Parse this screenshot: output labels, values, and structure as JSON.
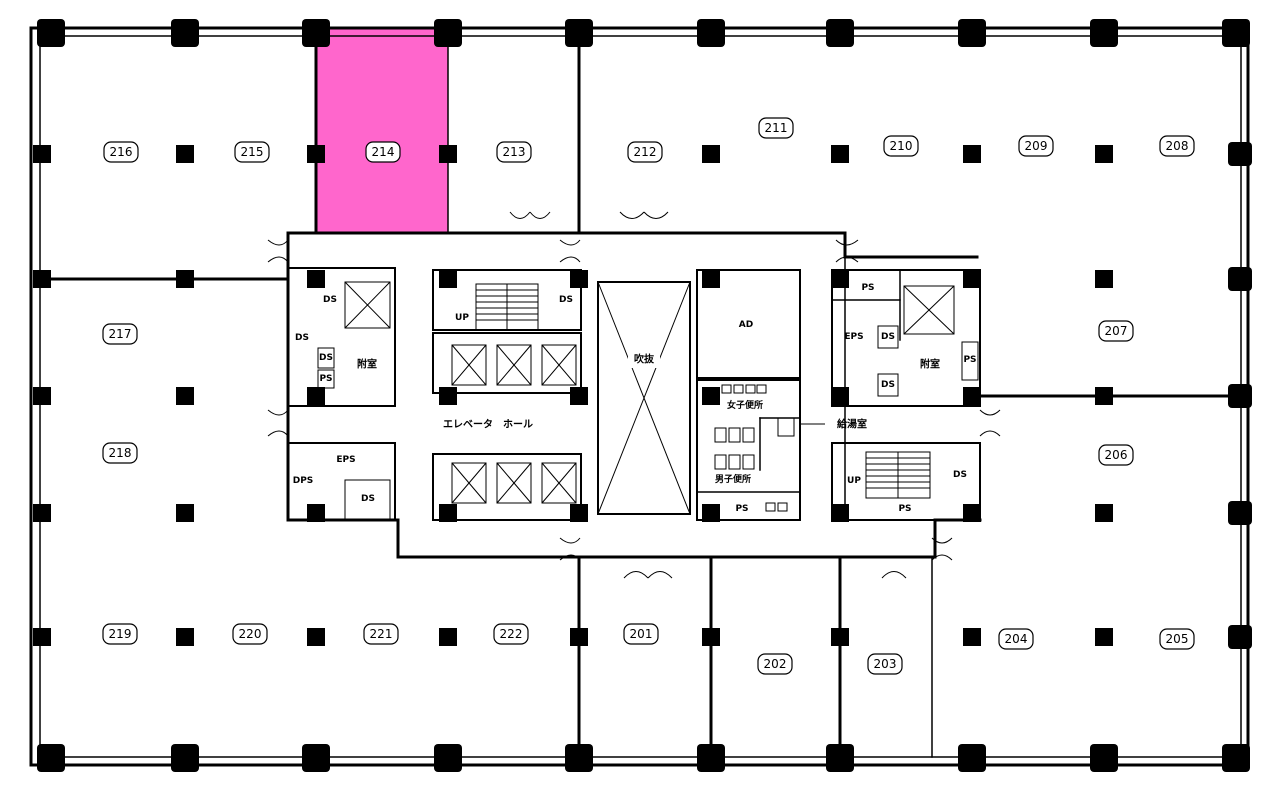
{
  "highlight_color": "#ff66cc",
  "highlighted_room": "214",
  "rooms": [
    {
      "id": "201"
    },
    {
      "id": "202"
    },
    {
      "id": "203"
    },
    {
      "id": "204"
    },
    {
      "id": "205"
    },
    {
      "id": "206"
    },
    {
      "id": "207"
    },
    {
      "id": "208"
    },
    {
      "id": "209"
    },
    {
      "id": "210"
    },
    {
      "id": "211"
    },
    {
      "id": "212"
    },
    {
      "id": "213"
    },
    {
      "id": "214"
    },
    {
      "id": "215"
    },
    {
      "id": "216"
    },
    {
      "id": "217"
    },
    {
      "id": "218"
    },
    {
      "id": "219"
    },
    {
      "id": "220"
    },
    {
      "id": "221"
    },
    {
      "id": "222"
    }
  ],
  "core_labels": {
    "elevator_hall": "エレベータ　ホール",
    "atrium": "吹抜",
    "anteroom_left": "附室",
    "anteroom_right": "附室",
    "womens_toilet": "女子便所",
    "mens_toilet": "男子便所",
    "pantry": "給湯室",
    "ad": "AD",
    "ds": "DS",
    "ps": "PS",
    "eps": "EPS",
    "dps": "DPS",
    "up": "UP"
  }
}
